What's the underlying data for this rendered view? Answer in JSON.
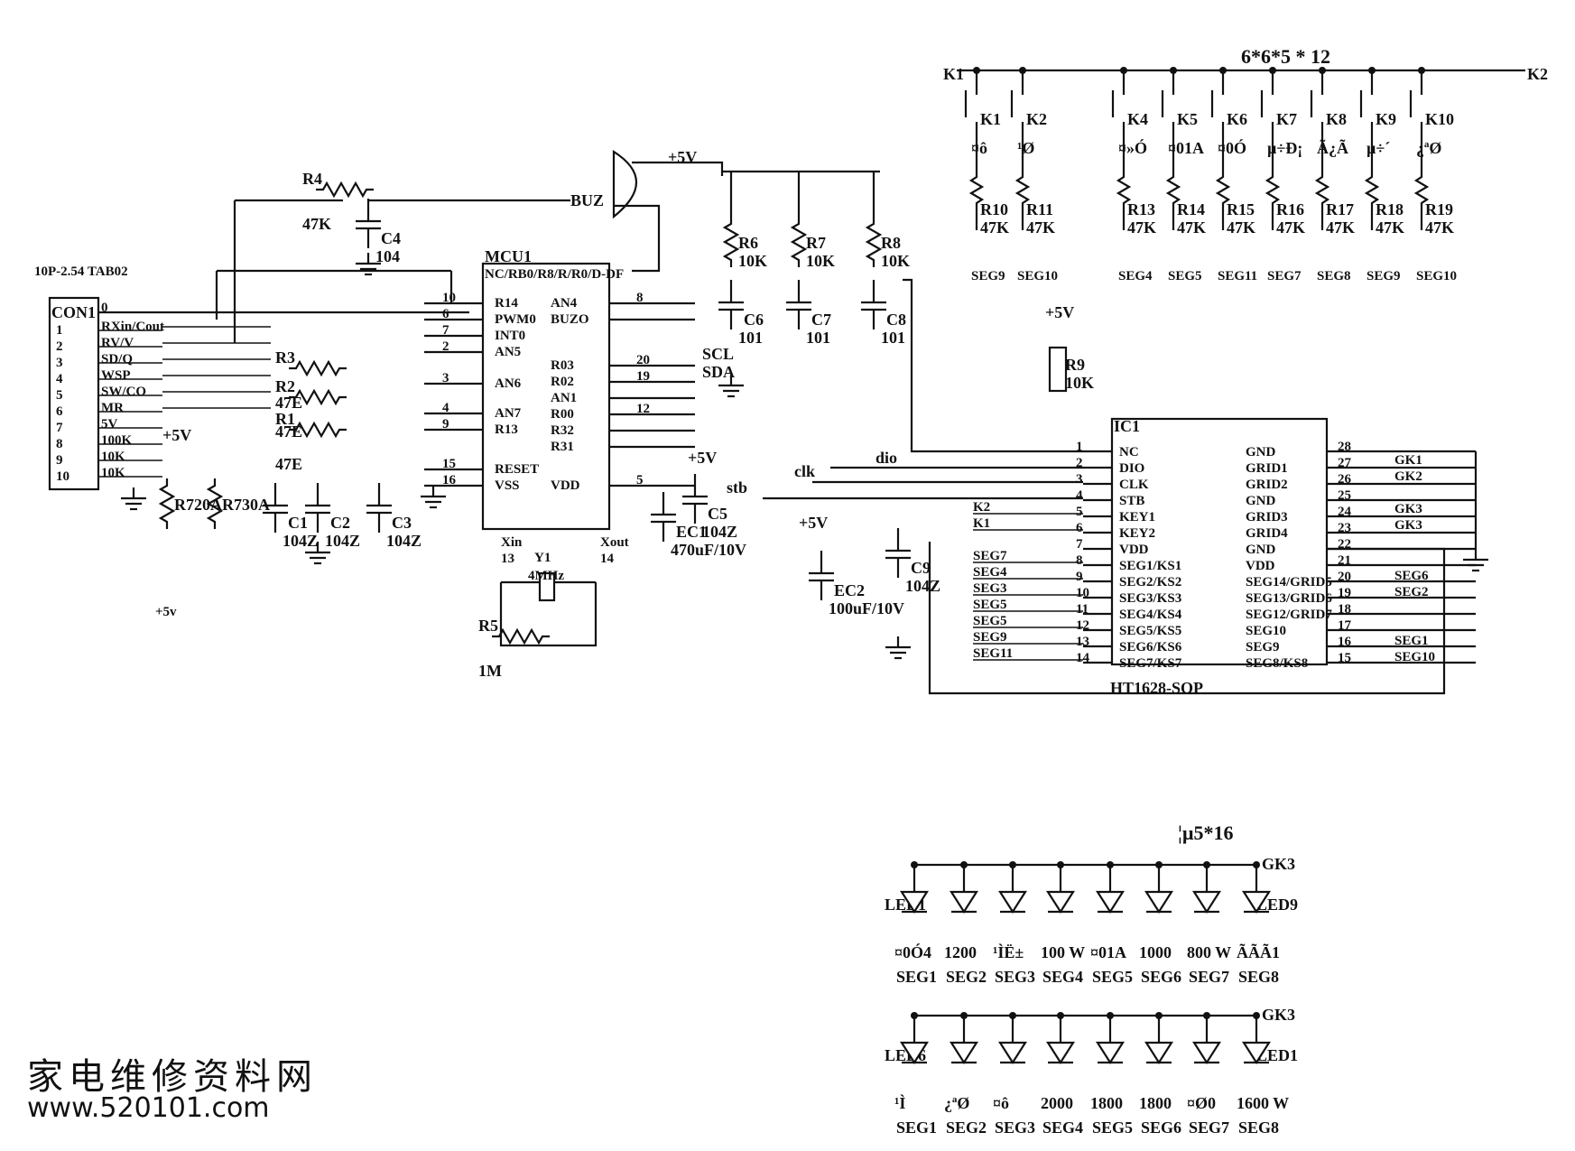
{
  "title_keys": "6*6*5   * 12",
  "title_leds": "¦µ5*16",
  "connector": {
    "header": "10P-2.54 TAB02",
    "name": "CON1",
    "pins": [
      "1",
      "2",
      "3",
      "4",
      "5",
      "6",
      "7",
      "8",
      "9",
      "10"
    ],
    "pin0": "0",
    "pin_labels": [
      "RXin/Cout",
      "RV/V",
      "SD/Q",
      "WSP",
      "SW/CO",
      "MR",
      "5V",
      "100K",
      "10K",
      "10K"
    ]
  },
  "mcu": {
    "name": "MCU1",
    "header": "NC/RB0/R8/R/R0/D-DF",
    "left_pins": [
      {
        "num": "10",
        "name": "R14"
      },
      {
        "num": "6",
        "name": "PWM0"
      },
      {
        "num": "7",
        "name": "INT0"
      },
      {
        "num": "2",
        "name": "AN5"
      },
      {
        "num": "3",
        "name": "AN6"
      },
      {
        "num": "4",
        "name": "AN7"
      },
      {
        "num": "9",
        "name": "R13"
      },
      {
        "num": "15",
        "name": "RESET"
      },
      {
        "num": "16",
        "name": "VSS"
      }
    ],
    "right_pins": [
      {
        "num": "8",
        "name": "AN4"
      },
      {
        "num": "",
        "name": "BUZO"
      },
      {
        "num": "20",
        "name": "R03"
      },
      {
        "num": "19",
        "name": "R02"
      },
      {
        "num": "",
        "name": "AN1"
      },
      {
        "num": "12",
        "name": "R00"
      },
      {
        "num": "",
        "name": "R32"
      },
      {
        "num": "",
        "name": "R31"
      },
      {
        "num": "5",
        "name": "VDD"
      }
    ],
    "xin": "Xin",
    "xout": "Xout",
    "xin_num": "13",
    "xout_num": "14",
    "scl": "SCL",
    "sda": "SDA"
  },
  "buzzer": "BUZ",
  "supply": "+5V",
  "supply_alt": "+5v",
  "resistors": [
    {
      "ref": "R4",
      "val": "47K"
    },
    {
      "ref": "R3",
      "val": "47E"
    },
    {
      "ref": "R2",
      "val": "47E"
    },
    {
      "ref": "R1",
      "val": "47E"
    },
    {
      "ref": "R6",
      "val": "10K"
    },
    {
      "ref": "R7",
      "val": "10K"
    },
    {
      "ref": "R8",
      "val": "10K"
    },
    {
      "ref": "R9",
      "val": "10K"
    },
    {
      "ref": "R5",
      "val": "1M"
    },
    {
      "ref": "R720A",
      "val": ""
    },
    {
      "ref": "R730A",
      "val": ""
    }
  ],
  "capacitors": [
    {
      "ref": "C4",
      "val": "104"
    },
    {
      "ref": "C1",
      "val": "104Z"
    },
    {
      "ref": "C2",
      "val": "104Z"
    },
    {
      "ref": "C3",
      "val": "104Z"
    },
    {
      "ref": "C5",
      "val": "104Z"
    },
    {
      "ref": "C6",
      "val": "101"
    },
    {
      "ref": "C7",
      "val": "101"
    },
    {
      "ref": "C8",
      "val": "101"
    },
    {
      "ref": "C9",
      "val": "104Z"
    },
    {
      "ref": "EC1",
      "val": "470uF/10V"
    },
    {
      "ref": "EC2",
      "val": "100uF/10V"
    }
  ],
  "crystal": {
    "ref": "Y1",
    "val": "4MHz"
  },
  "nets": {
    "dio": "dio",
    "clk": "clk",
    "stb": "stb",
    "sda": "SDA",
    "scl": "SCL"
  },
  "ht": {
    "name": "HT1628-SOP",
    "ref": "IC1",
    "left_pins": [
      {
        "num": "1",
        "name": "NC"
      },
      {
        "num": "2",
        "name": "DIO"
      },
      {
        "num": "3",
        "name": "CLK"
      },
      {
        "num": "4",
        "name": "STB"
      },
      {
        "num": "5",
        "name": "KEY1"
      },
      {
        "num": "6",
        "name": "KEY2"
      },
      {
        "num": "7",
        "name": "VDD"
      },
      {
        "num": "8",
        "name": "SEG1/KS1"
      },
      {
        "num": "9",
        "name": "SEG2/KS2"
      },
      {
        "num": "10",
        "name": "SEG3/KS3"
      },
      {
        "num": "11",
        "name": "SEG4/KS4"
      },
      {
        "num": "12",
        "name": "SEG5/KS5"
      },
      {
        "num": "13",
        "name": "SEG6/KS6"
      },
      {
        "num": "14",
        "name": "SEG7/KS7"
      }
    ],
    "right_pins": [
      {
        "num": "28",
        "name": "GND"
      },
      {
        "num": "27",
        "name": "GRID1"
      },
      {
        "num": "26",
        "name": "GRID2"
      },
      {
        "num": "25",
        "name": "GND"
      },
      {
        "num": "24",
        "name": "GRID3"
      },
      {
        "num": "23",
        "name": "GRID4"
      },
      {
        "num": "22",
        "name": "GND"
      },
      {
        "num": "21",
        "name": "VDD"
      },
      {
        "num": "20",
        "name": "SEG14/GRID5"
      },
      {
        "num": "19",
        "name": "SEG13/GRID6"
      },
      {
        "num": "18",
        "name": "SEG12/GRID7"
      },
      {
        "num": "17",
        "name": "SEG10"
      },
      {
        "num": "16",
        "name": "SEG9"
      },
      {
        "num": "15",
        "name": "SEG8/KS8"
      }
    ],
    "left_nets": [
      "K2",
      "K1",
      "SEG7",
      "SEG4",
      "SEG3",
      "SEG5",
      "SEG5",
      "SEG9",
      "SEG11"
    ],
    "right_nets": [
      "GK1",
      "GK2",
      "GK3",
      "GK3",
      "SEG6",
      "SEG2",
      "SEG1",
      "SEG10"
    ]
  },
  "keys": {
    "rail_left": "K1",
    "rail_right": "K2",
    "items": [
      {
        "ref": "K1",
        "func": "¤ô",
        "res": "R10",
        "val": "47K",
        "seg": "SEG9"
      },
      {
        "ref": "K2",
        "func": "¹Ø",
        "res": "R11",
        "val": "47K",
        "seg": "SEG10"
      },
      {
        "ref": "K4",
        "func": "¤»Ó",
        "res": "R13",
        "val": "47K",
        "seg": "SEG4"
      },
      {
        "ref": "K5",
        "func": "¤01A",
        "res": "R14",
        "val": "47K",
        "seg": "SEG5"
      },
      {
        "ref": "K6",
        "func": "¤0Ó",
        "res": "R15",
        "val": "47K",
        "seg": "SEG11"
      },
      {
        "ref": "K7",
        "func": "µ÷Ð¡",
        "res": "R16",
        "val": "47K",
        "seg": "SEG7"
      },
      {
        "ref": "K8",
        "func": "Ã¿Ã",
        "res": "R17",
        "val": "47K",
        "seg": "SEG8"
      },
      {
        "ref": "K9",
        "func": "µ÷´",
        "res": "R18",
        "val": "47K",
        "seg": "SEG9"
      },
      {
        "ref": "K10",
        "func": "¿ªØ",
        "res": "R19",
        "val": "47K",
        "seg": "SEG10"
      }
    ]
  },
  "leds_top": {
    "grid": "GK3",
    "ref_first": "LED1",
    "ref_last": "LED9",
    "labels": [
      "¤0Ó4",
      "1200",
      "¹ÌË±",
      "100 W",
      "¤01A",
      "1000",
      "800 W",
      "ÃÃÃ1"
    ],
    "segs": [
      "SEG1",
      "SEG2",
      "SEG3",
      "SEG4",
      "SEG5",
      "SEG6",
      "SEG7",
      "SEG8"
    ]
  },
  "leds_bottom": {
    "grid": "GK3",
    "ref_first": "LED6",
    "ref_last": "LED1",
    "labels": [
      "¹Ì",
      "¿ªØ",
      "¤ô",
      "2000",
      "1800",
      "1800",
      "¤Ø0",
      "1600 W"
    ],
    "segs": [
      "SEG1",
      "SEG2",
      "SEG3",
      "SEG4",
      "SEG5",
      "SEG6",
      "SEG7",
      "SEG8"
    ]
  },
  "watermark": {
    "cn": "家电维修资料网",
    "url": "www.520101.com"
  },
  "colors": {
    "ink": "#111111",
    "paper": "#ffffff"
  }
}
